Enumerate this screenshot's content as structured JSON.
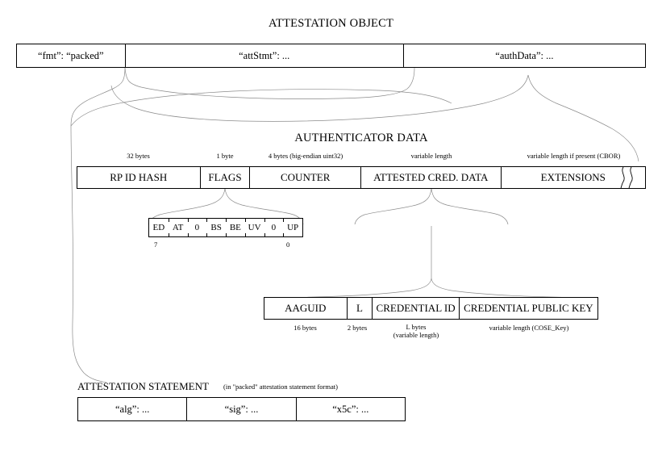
{
  "diagram": {
    "title": "ATTESTATION OBJECT"
  },
  "attestation_object": {
    "fields": [
      {
        "label": "“fmt”: “packed”"
      },
      {
        "label": "“attStmt”: ..."
      },
      {
        "label": "“authData”: ..."
      }
    ]
  },
  "authenticator_data": {
    "title": "AUTHENTICATOR DATA",
    "fields": [
      {
        "label": "RP ID HASH",
        "size": "32 bytes"
      },
      {
        "label": "FLAGS",
        "size": "1 byte"
      },
      {
        "label": "COUNTER",
        "size": "4 bytes (big-endian uint32)"
      },
      {
        "label": "ATTESTED CRED. DATA",
        "size": "variable length"
      },
      {
        "label": "EXTENSIONS",
        "size": "variable length if present (CBOR)"
      }
    ]
  },
  "flags": {
    "bits": [
      "ED",
      "AT",
      "0",
      "BS",
      "BE",
      "UV",
      "0",
      "UP"
    ],
    "high_bit_label": "7",
    "low_bit_label": "0"
  },
  "attested_credential_data": {
    "fields": [
      {
        "label": "AAGUID",
        "size": "16 bytes"
      },
      {
        "label": "L",
        "size": "2 bytes"
      },
      {
        "label": "CREDENTIAL ID",
        "size": "L bytes",
        "size2": "(variable length)"
      },
      {
        "label": "CREDENTIAL PUBLIC KEY",
        "size": "variable length (COSE_Key)"
      }
    ]
  },
  "attestation_statement": {
    "heading": "ATTESTATION STATEMENT",
    "note": "(in \"packed\" attestation statement format)",
    "fields": [
      {
        "label": "“alg”: ..."
      },
      {
        "label": "“sig”: ..."
      },
      {
        "label": "“x5c”: ..."
      }
    ]
  },
  "colors": {
    "background": "#ffffff",
    "line": "#000000",
    "connector": "#888888"
  }
}
